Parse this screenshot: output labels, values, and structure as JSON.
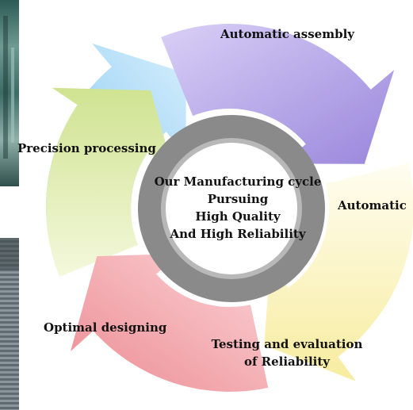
{
  "diagram": {
    "center": {
      "lines": [
        "Our Manufacturing  cycle",
        "Pursuing",
        "High Quality",
        "And High Reliability"
      ]
    },
    "steps": [
      {
        "label_lines": [
          "Automatic assembly"
        ],
        "color": "#b6a4e6"
      },
      {
        "label_lines": [
          "Automatic"
        ],
        "color": "#fbf1b6"
      },
      {
        "label_lines": [
          "Testing and evaluation",
          "of Reliability"
        ],
        "color": "#f0a3a8"
      },
      {
        "label_lines": [
          "Optimal designing"
        ],
        "color": "#d5e6a0"
      },
      {
        "label_lines": [
          "Precision processing"
        ],
        "color": "#8fd0f4"
      }
    ],
    "ring_colors": {
      "outer": "#8a8a8a",
      "inner": "#b8b8b8"
    }
  }
}
